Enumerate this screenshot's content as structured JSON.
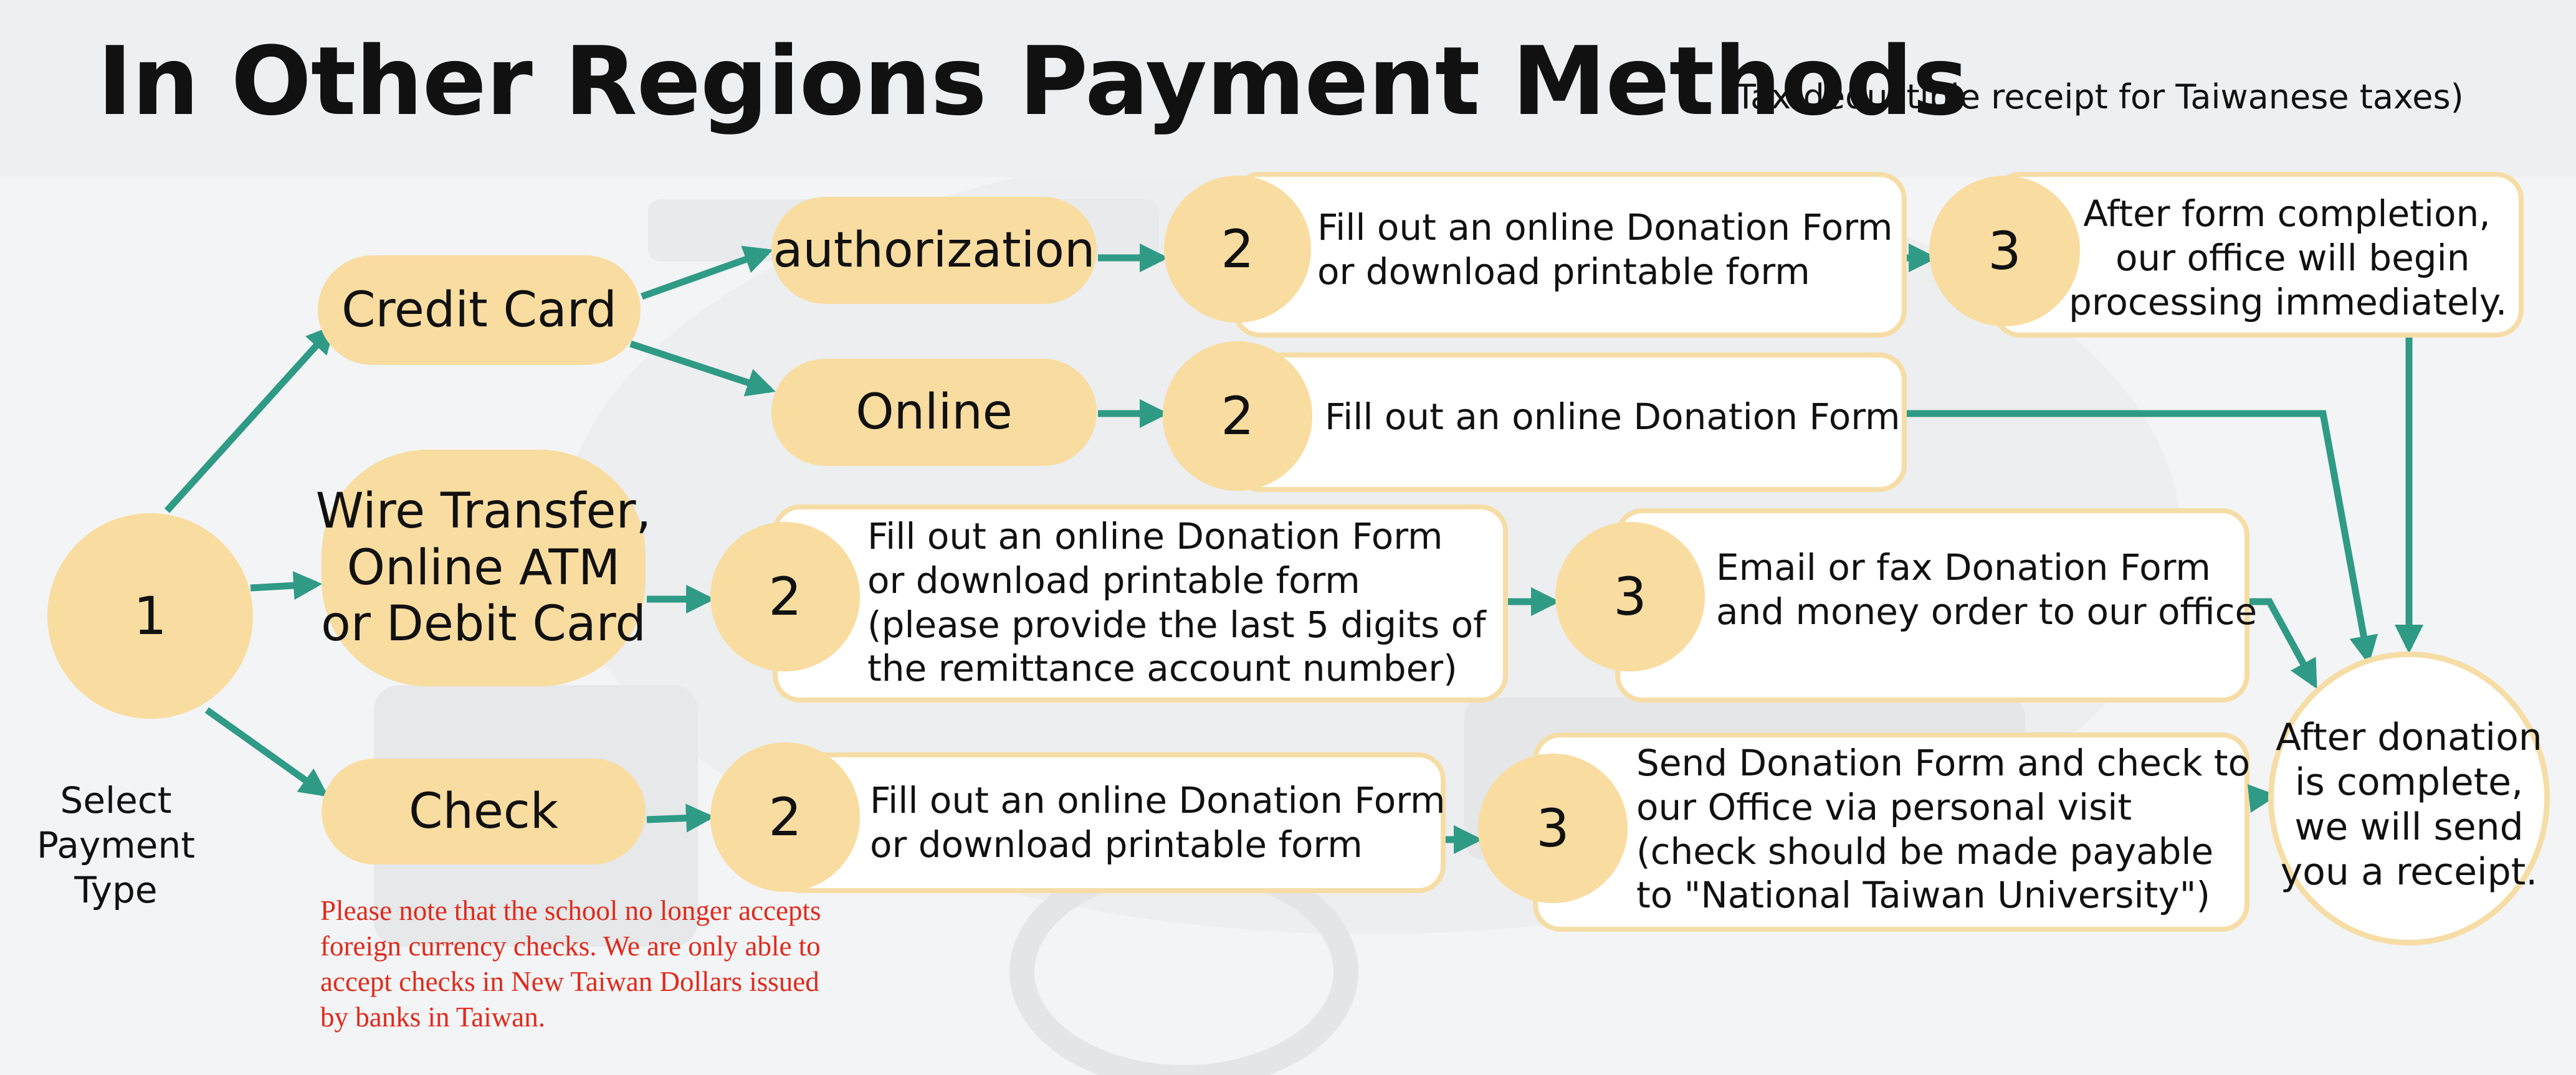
{
  "header": {
    "title": "In Other Regions Payment Methods",
    "subtitle": "(Tax-deductible receipt for Taiwanese taxes)"
  },
  "start": {
    "number": "1",
    "label_lines": [
      "Select",
      "Payment",
      "Type"
    ]
  },
  "credit_card": {
    "label": "Credit Card",
    "authorization": {
      "label": "authorization",
      "step2": {
        "number": "2",
        "lines": [
          "Fill out an online Donation Form",
          "or download printable form"
        ]
      },
      "step3": {
        "number": "3",
        "lines": [
          "After form completion,",
          " our office will begin",
          "processing immediately."
        ]
      }
    },
    "online": {
      "label": "Online",
      "step2": {
        "number": "2",
        "lines": [
          "Fill out an online Donation Form"
        ]
      }
    }
  },
  "wire": {
    "label_lines": [
      "Wire Transfer,",
      "Online ATM",
      "or Debit Card"
    ],
    "step2": {
      "number": "2",
      "lines": [
        "Fill out an online Donation Form",
        "or download printable form",
        "(please provide the last 5 digits of",
        "the remittance account number)"
      ]
    },
    "step3": {
      "number": "3",
      "lines": [
        "Email or fax Donation Form",
        "and money order to our office"
      ]
    }
  },
  "check": {
    "label": "Check",
    "step2": {
      "number": "2",
      "lines": [
        "Fill out an online Donation Form",
        "or download printable form"
      ]
    },
    "step3": {
      "number": "3",
      "lines": [
        "Send Donation Form and check to",
        "our Office via personal visit",
        "(check should be made payable",
        "to \"National Taiwan University\")"
      ]
    },
    "note_lines": [
      "Please note that the school no longer accepts",
      "foreign currency checks. We are only able to",
      "accept checks in New Taiwan Dollars issued",
      "by banks in Taiwan."
    ]
  },
  "end": {
    "lines": [
      "After donation",
      "is complete,",
      "we will send",
      "you a receipt."
    ]
  },
  "colors": {
    "arrow": "#2f9a86",
    "node_fill": "#f9dca0",
    "box_border": "#f6dda6",
    "note_text": "#e02a1c"
  }
}
